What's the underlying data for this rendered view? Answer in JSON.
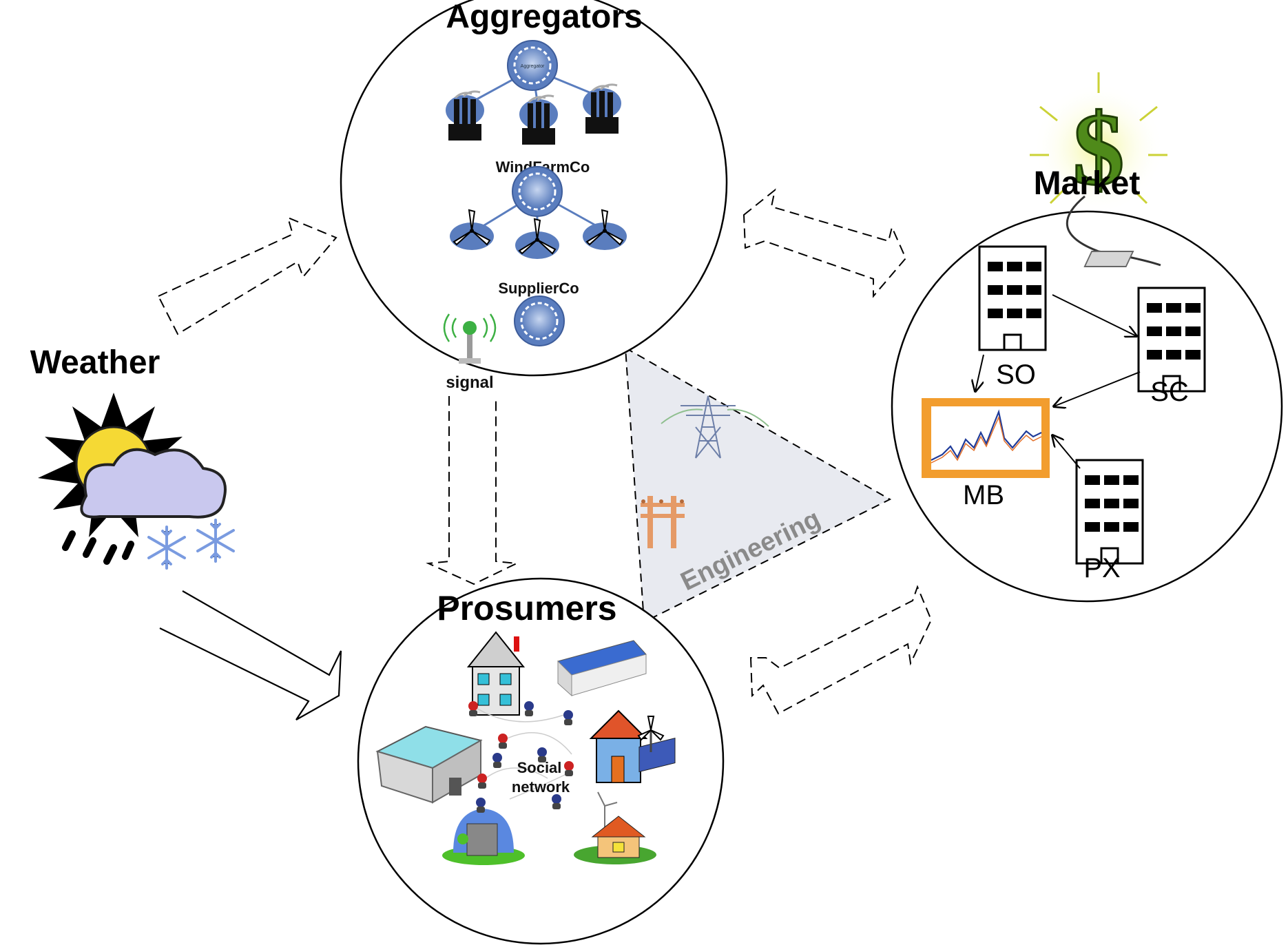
{
  "titles": {
    "aggregators": "Aggregators",
    "market": "Market",
    "weather": "Weather",
    "prosumers": "Prosumers"
  },
  "aggregators": {
    "gear_label": "Aggregator",
    "windfarm_label": "WindFarmCo",
    "supplier_label": "SupplierCo",
    "signal_label": "signal"
  },
  "market": {
    "so": "SO",
    "sc": "SC",
    "mb": "MB",
    "px": "PX"
  },
  "engineering_label": "Engineering",
  "prosumers": {
    "social_line1": "Social",
    "social_line2": "network"
  },
  "colors": {
    "gear_blue": "#5b7fc0",
    "sun_yellow": "#f5d934",
    "cloud_lavender": "#c9c8ee",
    "money_green": "#4f8a1a",
    "chart_orange": "#f29d2e",
    "engineering_fill": "#e8eaf0"
  },
  "icons": [
    "gear-icon",
    "factory-icon",
    "wind-turbine-icon",
    "antenna-icon",
    "weather-icon",
    "snowflake-icon",
    "dollar-icon",
    "building-icon",
    "price-chart-icon",
    "pylon-icon",
    "power-pole-icon",
    "house-icon",
    "person-icon"
  ]
}
